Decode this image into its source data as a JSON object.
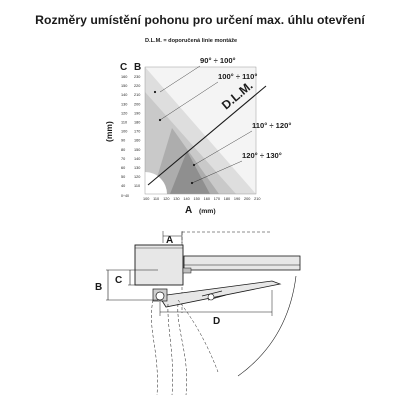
{
  "title": "Rozměry umístění pohonu pro určení max. úhlu otevření",
  "note": "D.L.M. = doporučená linie montáže",
  "chart": {
    "axis_label_c": "C",
    "axis_label_b": "B",
    "axis_label_a": "A",
    "axis_unit_a": "(mm)",
    "axis_unit_y": "(mm)",
    "dlm_label": "D.L.M.",
    "zones": [
      {
        "label": "90° ÷ 100°",
        "color": "#dedede"
      },
      {
        "label": "100° ÷ 110°",
        "color": "#c9c9c9"
      },
      {
        "label": "110° ÷ 120°",
        "color": "#adadad"
      },
      {
        "label": "120° ÷ 130°",
        "color": "#8f8f8f"
      }
    ],
    "x_ticks": [
      "100",
      "110",
      "120",
      "130",
      "140",
      "150",
      "160",
      "170",
      "180",
      "190",
      "200",
      "210"
    ],
    "b_ticks": [
      "230",
      "220",
      "210",
      "200",
      "190",
      "180",
      "170",
      "160",
      "150",
      "140",
      "130",
      "120",
      "110"
    ],
    "c_ticks": [
      "160",
      "150",
      "140",
      "130",
      "120",
      "110",
      "100",
      "90",
      "80",
      "70",
      "60",
      "50",
      "40"
    ],
    "corner_tick": "0÷40"
  },
  "drawing": {
    "label_a": "A",
    "label_b": "B",
    "label_c": "C",
    "label_d": "D"
  }
}
